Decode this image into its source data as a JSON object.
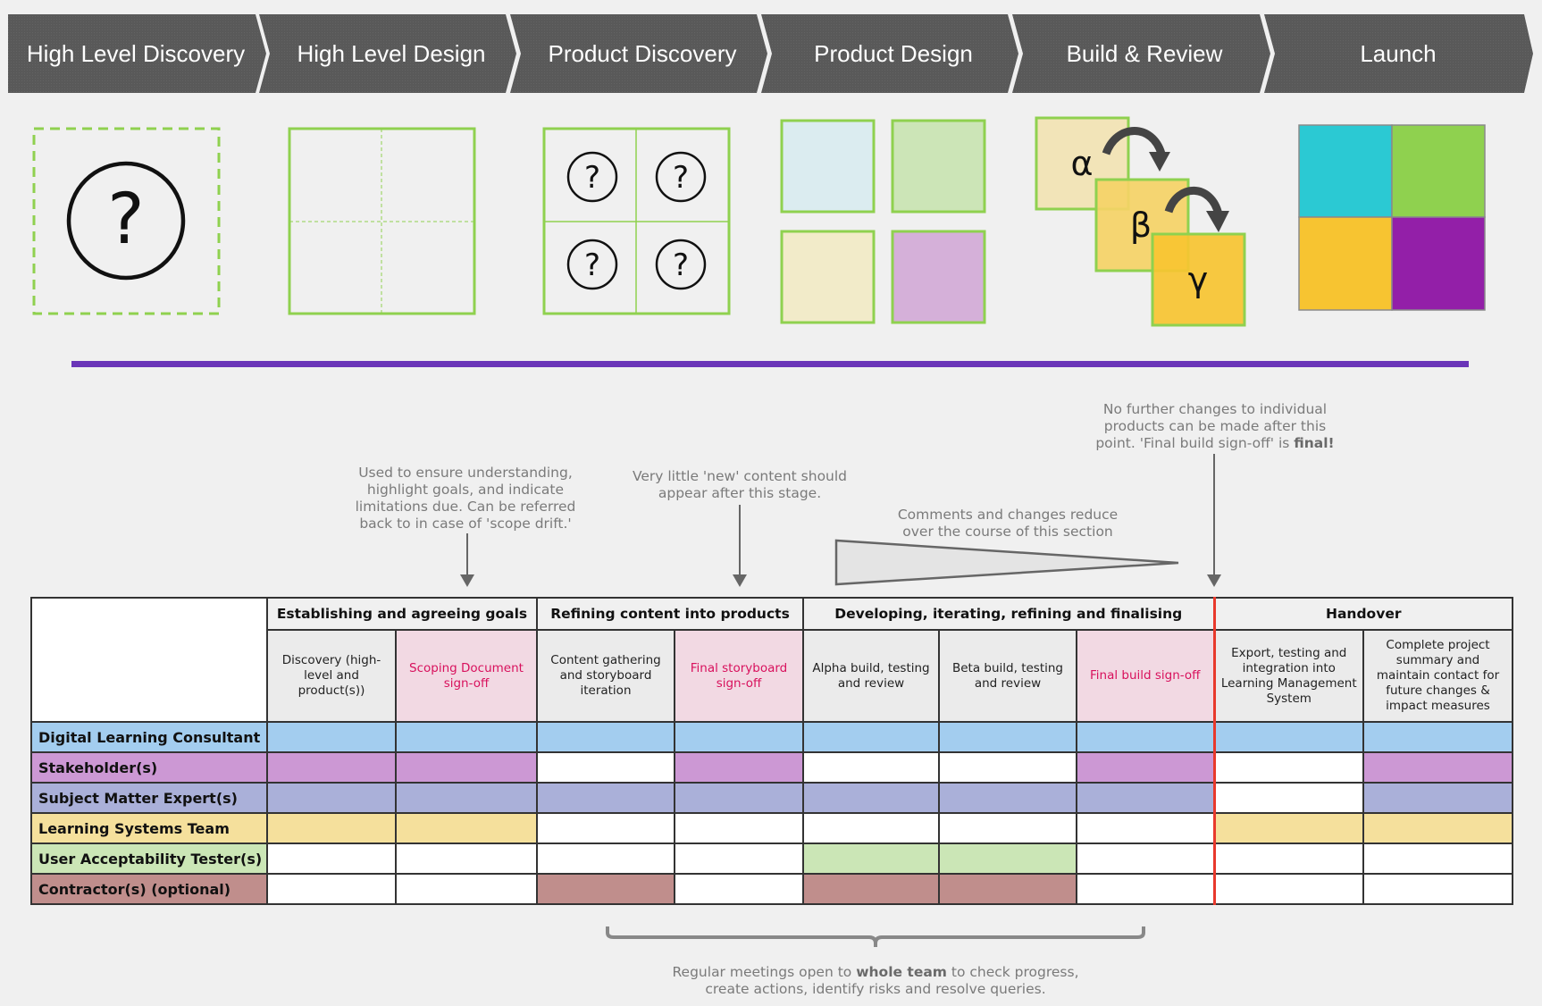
{
  "colors": {
    "header_bg": "#595959",
    "green_outline": "#8fd14f",
    "purple_line": "#6a35b8",
    "handover_line": "#e8392c",
    "signoff_text": "#d8115d",
    "signoff_bg": "#f2d9e3"
  },
  "header": {
    "stages": [
      {
        "label": "High Level Discovery"
      },
      {
        "label": "High Level Design"
      },
      {
        "label": "Product Discovery"
      },
      {
        "label": "Product Design"
      },
      {
        "label": "Build & Review"
      },
      {
        "label": "Launch"
      }
    ]
  },
  "icons": {
    "question_mark": "?",
    "alpha": "α",
    "beta": "β",
    "gamma": "γ",
    "product_colors": [
      "#dbecf0",
      "#cce5b7",
      "#f2ebc9",
      "#d5b0d9"
    ],
    "launch_colors": [
      "#2bc9d3",
      "#8fd14f",
      "#f7c431",
      "#931fa8"
    ],
    "build_colors": [
      "#f2e4b8",
      "#f5d266",
      "#f7c431"
    ]
  },
  "annotations": {
    "scoping_line1": "Used to ensure understanding,",
    "scoping_line2": "highlight goals, and indicate",
    "scoping_line3": "limitations due. Can be referred",
    "scoping_line4": "back to in case of 'scope drift.'",
    "storyboard_line1": "Very little 'new' content should",
    "storyboard_line2": "appear after this stage.",
    "comments_line1": "Comments and changes reduce",
    "comments_line2": "over the course of this section",
    "final_line1": "No further changes to individual",
    "final_line2": "products can be made after this",
    "final_line3_pre": "point. 'Final build sign-off' is ",
    "final_line3_bold": "final!",
    "meetings_line1_pre": "Regular meetings open to ",
    "meetings_line1_bold": "whole team",
    "meetings_line1_post": " to check progress,",
    "meetings_line2": "create actions, identify risks and resolve queries."
  },
  "table": {
    "phases": [
      {
        "label": "Establishing and agreeing goals"
      },
      {
        "label": "Refining content into products"
      },
      {
        "label": "Developing, iterating, refining and finalising"
      },
      {
        "label": "Handover"
      }
    ],
    "stages": [
      {
        "label": "Discovery (high-level and product(s))",
        "signoff": false
      },
      {
        "label": "Scoping Document sign-off",
        "signoff": true
      },
      {
        "label": "Content gathering and storyboard iteration",
        "signoff": false
      },
      {
        "label": "Final storyboard sign-off",
        "signoff": true
      },
      {
        "label": "Alpha build, testing and review",
        "signoff": false
      },
      {
        "label": "Beta build, testing and review",
        "signoff": false
      },
      {
        "label": "Final build sign-off",
        "signoff": true
      },
      {
        "label": "Export, testing and integration into Learning Management System",
        "signoff": false
      },
      {
        "label": "Complete project summary and maintain contact for future changes & impact measures",
        "signoff": false
      }
    ],
    "roles": [
      {
        "name": "Digital Learning Consultant",
        "color": "#a3cdef",
        "involved": [
          true,
          true,
          true,
          true,
          true,
          true,
          true,
          true,
          true
        ]
      },
      {
        "name": "Stakeholder(s)",
        "color": "#cc98d4",
        "involved": [
          true,
          true,
          false,
          true,
          false,
          false,
          true,
          false,
          true
        ]
      },
      {
        "name": "Subject Matter Expert(s)",
        "color": "#aab0d9",
        "involved": [
          true,
          true,
          true,
          true,
          true,
          true,
          true,
          false,
          true
        ]
      },
      {
        "name": "Learning Systems Team",
        "color": "#f5e09c",
        "involved": [
          true,
          true,
          false,
          false,
          false,
          false,
          false,
          true,
          true
        ]
      },
      {
        "name": "User Acceptability Tester(s)",
        "color": "#cbe6b6",
        "involved": [
          false,
          false,
          false,
          false,
          true,
          true,
          false,
          false,
          false
        ]
      },
      {
        "name": "Contractor(s) (optional)",
        "color": "#c08e8c",
        "involved": [
          false,
          false,
          true,
          false,
          true,
          true,
          false,
          false,
          false
        ]
      }
    ]
  }
}
